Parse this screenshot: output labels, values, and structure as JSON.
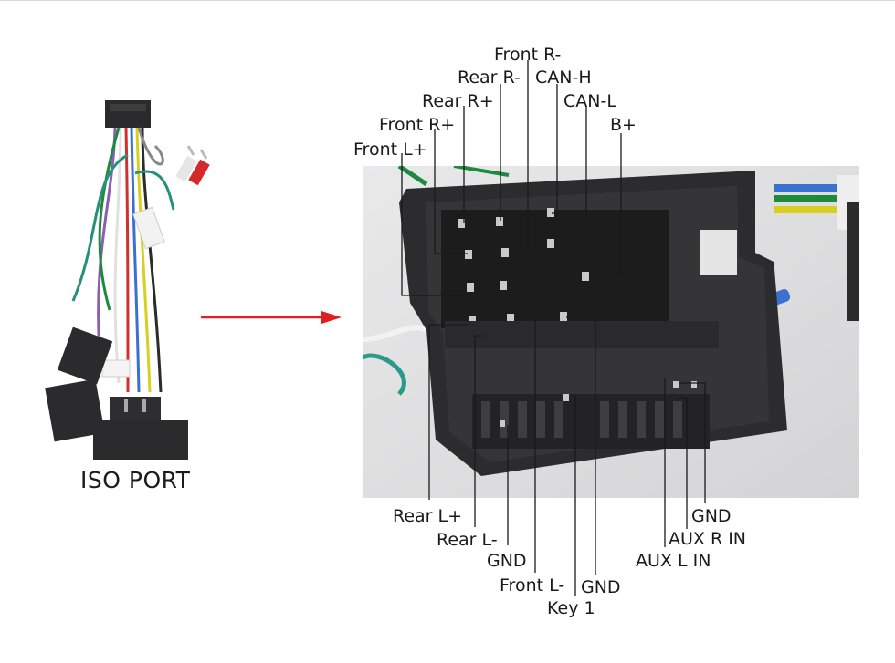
{
  "iso_port_label": "ISO PORT",
  "top_labels": {
    "front_r_minus": "Front R-",
    "rear_r_minus": "Rear R-",
    "can_h": "CAN-H",
    "rear_r_plus": "Rear R+",
    "can_l": "CAN-L",
    "front_r_plus": "Front R+",
    "b_plus": "B+",
    "front_l_plus": "Front L+"
  },
  "bottom_labels": {
    "rear_l_plus": "Rear L+",
    "gnd_aux": "GND",
    "aux_r_in": "AUX R IN",
    "rear_l_minus": "Rear L-",
    "aux_l_in": "AUX L IN",
    "gnd_left": "GND",
    "front_l_minus": "Front L-",
    "gnd_center": "GND",
    "key1": "Key 1"
  },
  "colors": {
    "arrow": "#e02020",
    "connector": "#2c2c2e",
    "leader": "#1a1a1a",
    "text": "#1a1a1a"
  }
}
